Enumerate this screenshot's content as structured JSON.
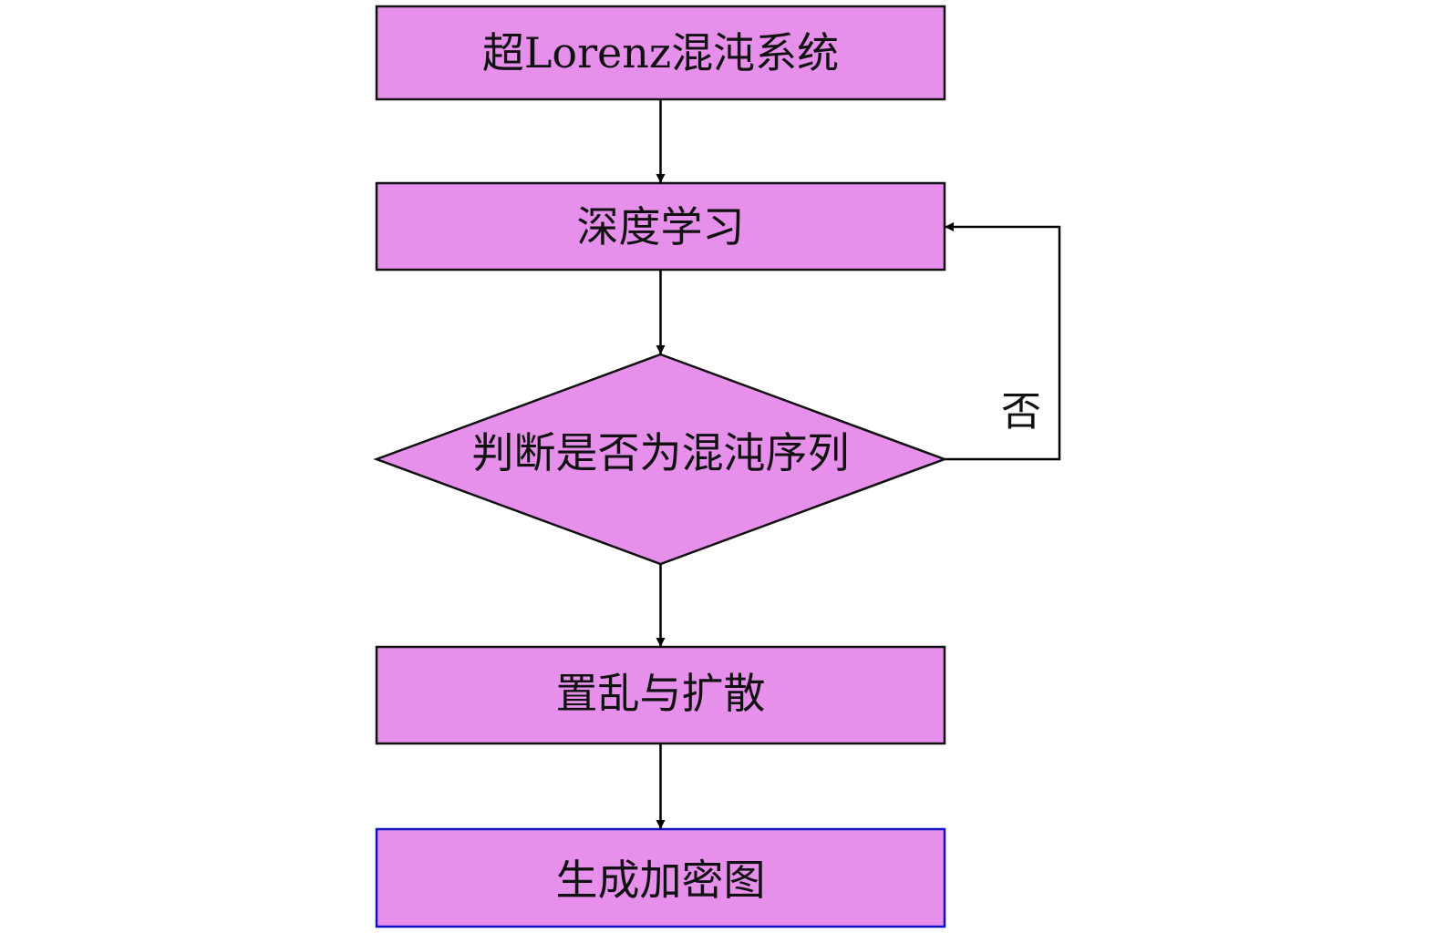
{
  "diagram": {
    "colors": {
      "node_fill": "#E68FEB",
      "node_stroke": "#111111",
      "final_node_stroke": "#1010C8",
      "edge": "#000000",
      "background": "#FFFFFF"
    },
    "nodes": [
      {
        "id": "lorenz",
        "shape": "rectangle",
        "label": "超Lorenz混沌系统"
      },
      {
        "id": "deep-learning",
        "shape": "rectangle",
        "label": "深度学习"
      },
      {
        "id": "check",
        "shape": "diamond",
        "label": "判断是否为混沌序列"
      },
      {
        "id": "scramble",
        "shape": "rectangle",
        "label": "置乱与扩散"
      },
      {
        "id": "encrypt",
        "shape": "rectangle",
        "label": "生成加密图"
      }
    ],
    "edges": [
      {
        "from": "lorenz",
        "to": "deep-learning",
        "label": ""
      },
      {
        "from": "deep-learning",
        "to": "check",
        "label": ""
      },
      {
        "from": "check",
        "to": "deep-learning",
        "label": "否"
      },
      {
        "from": "check",
        "to": "scramble",
        "label": ""
      },
      {
        "from": "scramble",
        "to": "encrypt",
        "label": ""
      }
    ]
  }
}
